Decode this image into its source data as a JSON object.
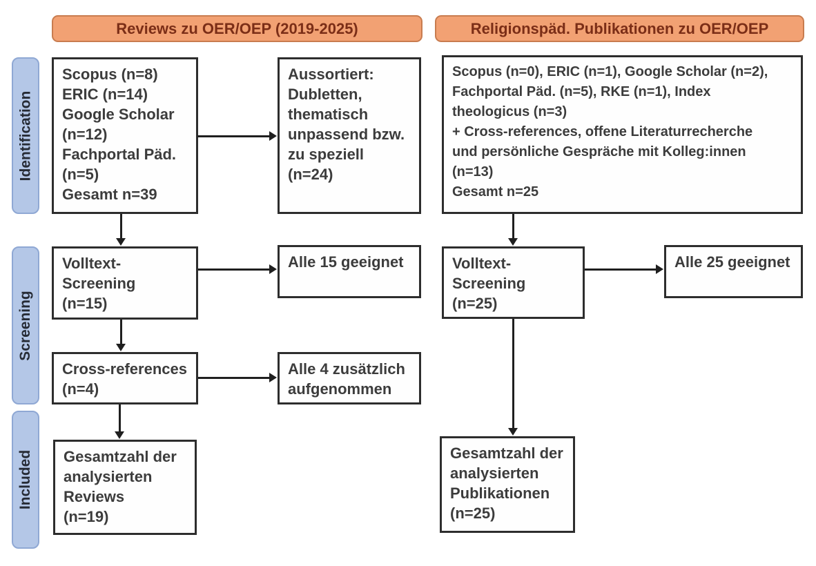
{
  "headers": {
    "left": "Reviews zu OER/OEP (2019-2025)",
    "right": "Religionspäd. Publikationen zu OER/OEP"
  },
  "stages": {
    "identification": "Identification",
    "screening": "Screening",
    "included": "Included"
  },
  "boxes": {
    "left_sources": {
      "lines": [
        "Scopus (n=8)",
        "ERIC (n=14)",
        "Google Scholar",
        "(n=12)",
        "Fachportal Päd.",
        "(n=5)",
        "Gesamt n=39"
      ]
    },
    "left_excluded": {
      "lines": [
        "Aussortiert:",
        "Dubletten,",
        "thematisch",
        "unpassend bzw.",
        "zu speziell",
        "(n=24)"
      ]
    },
    "left_fulltext": {
      "lines": [
        "Volltext-",
        "Screening",
        "(n=15)"
      ]
    },
    "left_eligible": {
      "lines": [
        "Alle 15 geeignet"
      ]
    },
    "left_crossref": {
      "lines": [
        "Cross-references",
        "(n=4)"
      ]
    },
    "left_added": {
      "lines": [
        "Alle 4 zusätzlich",
        "aufgenommen"
      ]
    },
    "left_total": {
      "lines": [
        "Gesamtzahl der",
        "analysierten",
        "Reviews",
        "(n=19)"
      ]
    },
    "right_sources": {
      "lines": [
        "Scopus (n=0), ERIC (n=1), Google Scholar (n=2),",
        "Fachportal Päd. (n=5), RKE (n=1), Index",
        "theologicus (n=3)",
        "+ Cross-references, offene Literaturrecherche",
        "und persönliche Gespräche mit Kolleg:innen",
        "(n=13)",
        "Gesamt n=25"
      ]
    },
    "right_fulltext": {
      "lines": [
        "Volltext-",
        "Screening",
        "(n=25)"
      ]
    },
    "right_eligible": {
      "lines": [
        "Alle 25 geeignet"
      ]
    },
    "right_total": {
      "lines": [
        "Gesamtzahl der",
        "analysierten",
        "Publikationen",
        "(n=25)"
      ]
    }
  },
  "colors": {
    "header_fill": "#F2A173",
    "header_border": "#C87C4F",
    "header_text": "#7B2E17",
    "stage_fill": "#B4C7E7",
    "stage_border": "#8FA8D4",
    "box_border": "#2D2D2D",
    "box_text": "#3C3C3C",
    "arrow": "#1F1F1F"
  }
}
